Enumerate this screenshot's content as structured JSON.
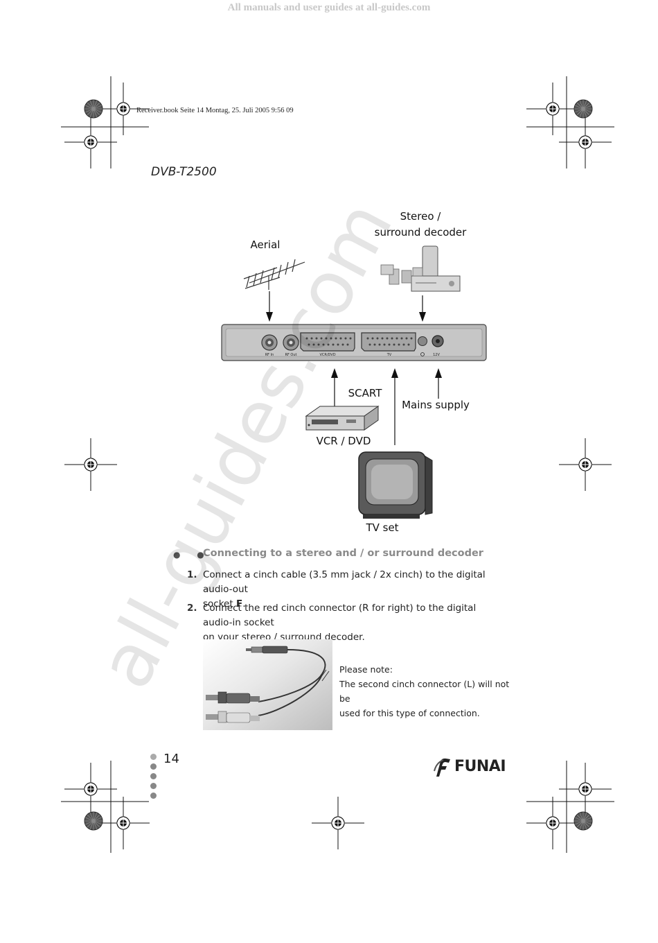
{
  "header": {
    "banner": "All manuals and user guides at all-guides.com",
    "print_info": "Receiver.book  Seite 14  Montag, 25. Juli 2005  9:56 09",
    "model": "DVB-T2500"
  },
  "watermark": "all-guides.com",
  "diagram": {
    "labels": {
      "aerial": "Aerial",
      "stereo_line1": "Stereo /",
      "stereo_line2": "surround decoder",
      "scart": "SCART",
      "mains": "Mains supply",
      "vcr": "VCR / DVD",
      "tv": "TV set"
    },
    "panel_ports": {
      "rf_in": "RF In",
      "rf_out": "RF Out",
      "vcr_dvd": "VCR/DVD",
      "tv": "TV",
      "power": "12V"
    }
  },
  "section": {
    "title": "Connecting to a stereo and / or surround decoder",
    "steps": [
      {
        "num": "1.",
        "line1": "Connect a cinch cable (3.5 mm jack / 2x cinch) to the digital audio-out",
        "line2_pre": "socket ",
        "line2_bold": "F",
        "line2_post": "."
      },
      {
        "num": "2.",
        "line1": "Connect the red cinch connector (R for right) to the digital audio-in socket",
        "line2": "on your stereo / surround decoder."
      }
    ],
    "note": {
      "heading": "Please note:",
      "line1": "The second cinch connector (L) will not be",
      "line2": "used for this type of connection."
    }
  },
  "footer": {
    "page_number": "14",
    "brand": "FUNAI"
  }
}
